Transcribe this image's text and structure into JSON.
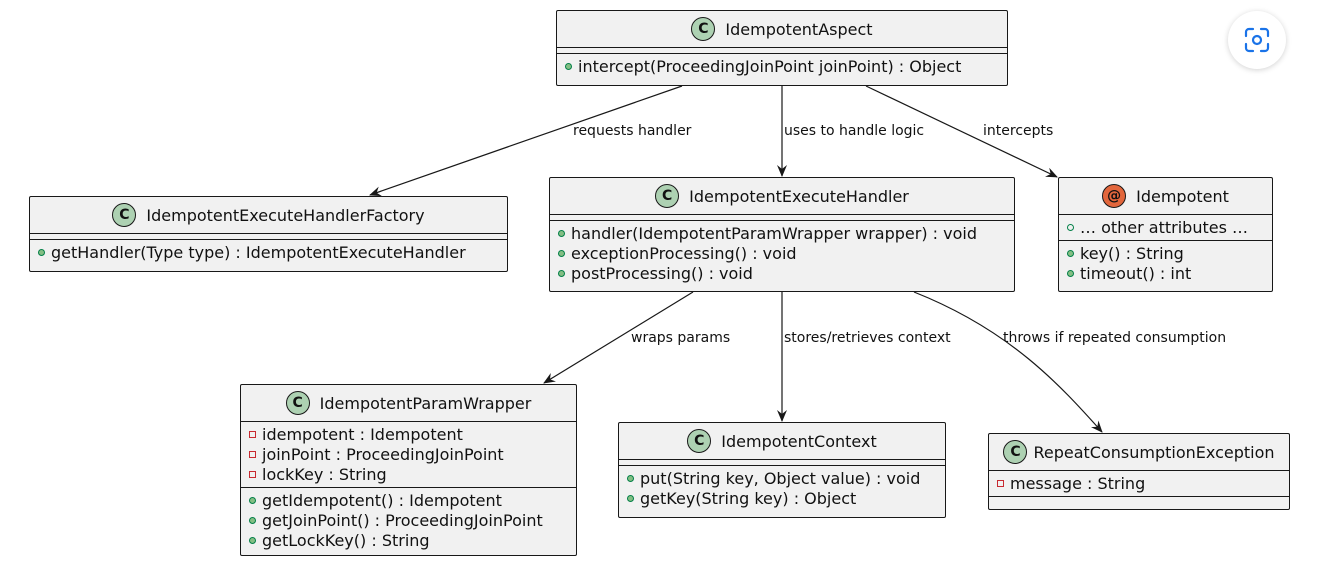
{
  "classes": {
    "aspect": {
      "name": "IdempotentAspect",
      "badge": "C",
      "methods": [
        "intercept(ProceedingJoinPoint joinPoint) : Object"
      ]
    },
    "factory": {
      "name": "IdempotentExecuteHandlerFactory",
      "badge": "C",
      "methods": [
        "getHandler(Type type) : IdempotentExecuteHandler"
      ]
    },
    "handler": {
      "name": "IdempotentExecuteHandler",
      "badge": "C",
      "methods": [
        "handler(IdempotentParamWrapper wrapper) : void",
        "exceptionProcessing() : void",
        "postProcessing() : void"
      ]
    },
    "idempotent": {
      "name": "Idempotent",
      "badge": "@",
      "fields": [
        "… other attributes …"
      ],
      "methods": [
        "key() : String",
        "timeout() : int"
      ]
    },
    "wrapper": {
      "name": "IdempotentParamWrapper",
      "badge": "C",
      "fields": [
        "idempotent : Idempotent",
        "joinPoint : ProceedingJoinPoint",
        "lockKey : String"
      ],
      "methods": [
        "getIdempotent() : Idempotent",
        "getJoinPoint() : ProceedingJoinPoint",
        "getLockKey() : String"
      ]
    },
    "context": {
      "name": "IdempotentContext",
      "badge": "C",
      "methods": [
        "put(String key, Object value) : void",
        "getKey(String key) : Object"
      ]
    },
    "exception": {
      "name": "RepeatConsumptionException",
      "badge": "C",
      "fields": [
        "message : String"
      ]
    }
  },
  "edges": {
    "requests_handler": "requests handler",
    "uses_to_handle_logic": "uses to handle logic",
    "intercepts": "intercepts",
    "wraps_params": "wraps params",
    "stores_retrieves_context": "stores/retrieves context",
    "throws_if_repeated": "throws if repeated consumption"
  },
  "colors": {
    "class_fill": "#f1f1f1",
    "class_badge": "#add1b2",
    "annotation_badge": "#e2663c",
    "border": "#181818",
    "public_marker": "#84be84",
    "private_marker": "#c82930"
  },
  "icons": {
    "lens": "visual-search-icon"
  }
}
